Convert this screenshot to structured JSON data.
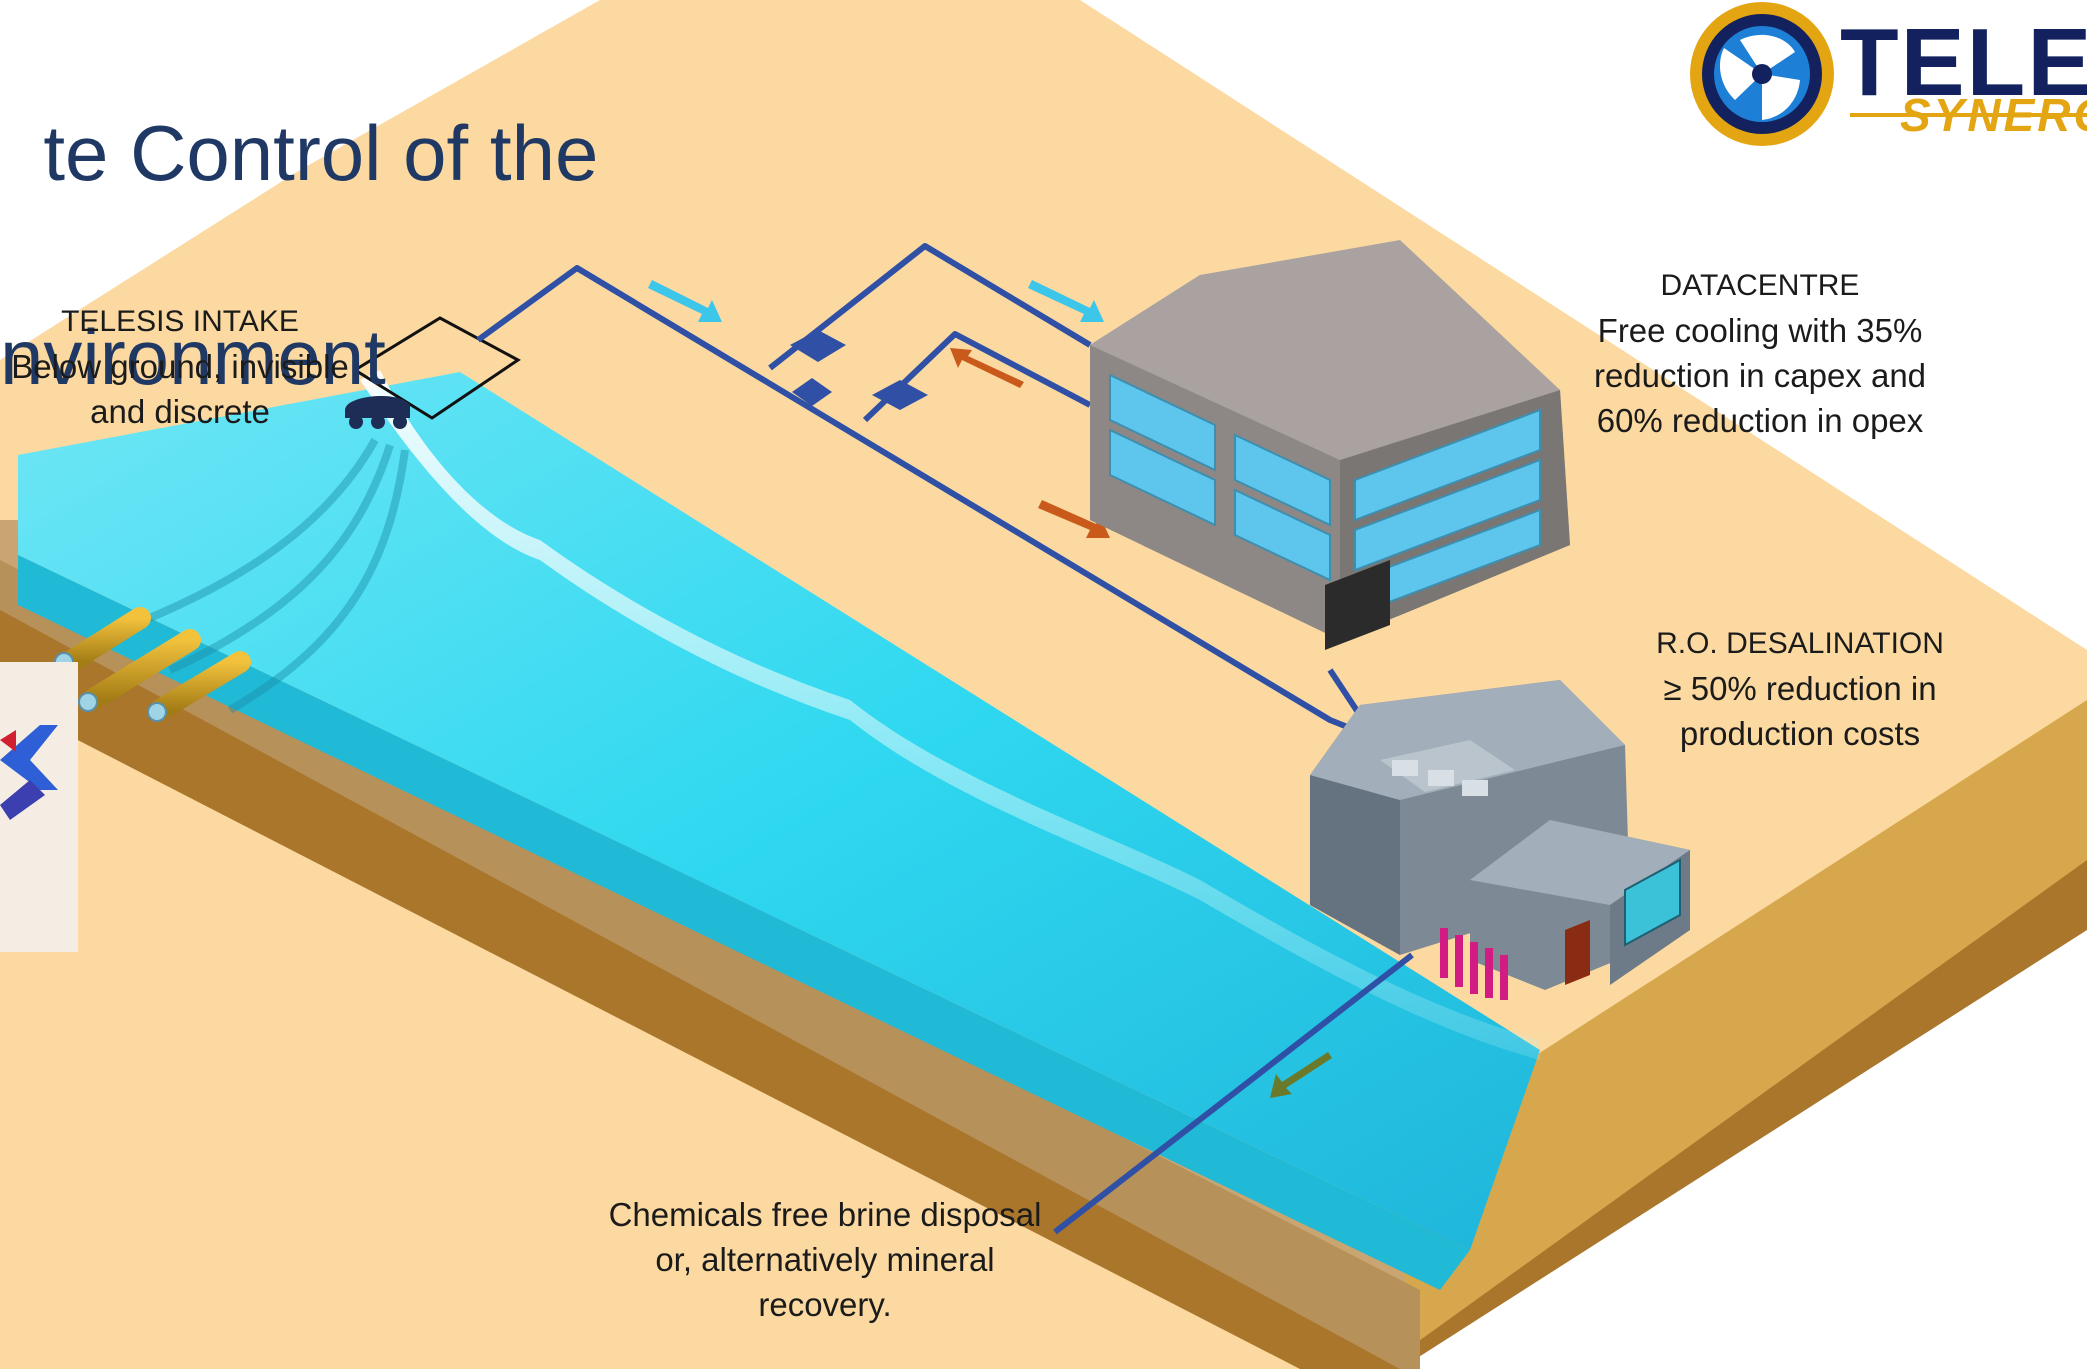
{
  "title": {
    "line1": "te Control of the",
    "line2": "nvironment"
  },
  "logo": {
    "main": "TELES",
    "sub": "SYNERG",
    "colors": {
      "ring": "#e3a612",
      "navy": "#13225e",
      "blue": "#1d7fd6"
    }
  },
  "labels": {
    "intake": {
      "heading": "TELESIS INTAKE",
      "body": [
        "Below ground, invisible",
        "and discrete"
      ]
    },
    "datacentre": {
      "heading": "DATACENTRE",
      "body": [
        "Free cooling with 35%",
        "reduction in capex and",
        "60% reduction in opex"
      ]
    },
    "desalination": {
      "heading": "R.O. DESALINATION",
      "body": [
        "≥ 50% reduction in",
        "production costs"
      ]
    },
    "brine": {
      "body": [
        "Chemicals free brine disposal",
        "or, alternatively mineral",
        "recovery."
      ]
    }
  },
  "icons": [
    "telesis-logo-icon",
    "intake-structure-icon",
    "datacentre-building-icon",
    "desalination-plant-icon",
    "valve-icon",
    "flow-arrow-icon",
    "intake-pipe-icon",
    "side-arrows-icon"
  ],
  "colors": {
    "sand": "#fbd9a0",
    "sand_side": "#d7a74e",
    "soil_dark": "#a9762b",
    "sea": "#2fd8f0",
    "sea_deep": "#1fb5da",
    "pipe": "#3050a6",
    "arrow_cold": "#3bc6ea",
    "arrow_hot": "#c95a1c",
    "arrow_brine": "#6a7a2a",
    "title": "#1f3864"
  }
}
